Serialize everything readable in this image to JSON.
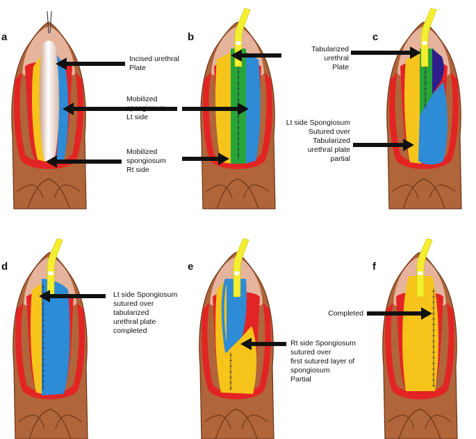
{
  "panels": [
    {
      "id": "a",
      "label": "a",
      "annotations": [
        {
          "lines": [
            "Incised urethral",
            "Plate"
          ]
        },
        {
          "lines": [
            "Mobilized",
            "spongiosum",
            "Lt side"
          ]
        },
        {
          "lines": [
            "Mobilized",
            "spongiosum",
            "Rt side"
          ]
        }
      ]
    },
    {
      "id": "b",
      "label": "b",
      "annotations": []
    },
    {
      "id": "c",
      "label": "c",
      "annotations": [
        {
          "lines": [
            "Tabularized",
            "urethral",
            "Plate"
          ]
        },
        {
          "lines": [
            "Lt side Spongiosum",
            "Sutured over",
            "Tabularized",
            "urethral plate",
            "partial"
          ]
        }
      ]
    },
    {
      "id": "d",
      "label": "d",
      "annotations": [
        {
          "lines": [
            "Lt side Spongiosum",
            "sutured over",
            "tabularized",
            "urethral plate",
            "completed"
          ]
        }
      ]
    },
    {
      "id": "e",
      "label": "e",
      "annotations": [
        {
          "lines": [
            "Rt side Spongiosum",
            "sutured over",
            "first sutured layer of",
            "spongiosum",
            "Partial"
          ]
        }
      ]
    },
    {
      "id": "f",
      "label": "f",
      "annotations": [
        {
          "lines": [
            "Completed"
          ]
        }
      ]
    }
  ],
  "colors": {
    "skin": "#b0653a",
    "skin_outline": "#6b3518",
    "glans": "#e6b49d",
    "corpus": "#e32424",
    "urethral_plate": "#f2ede8",
    "left_spongiosum": "#2e8bd6",
    "right_spongiosum": "#f7c41b",
    "tabularized_plate": "#28a53a",
    "glans_wing": "#2e1e8a",
    "catheter": "#f4ee30",
    "arrow": "#111111"
  }
}
